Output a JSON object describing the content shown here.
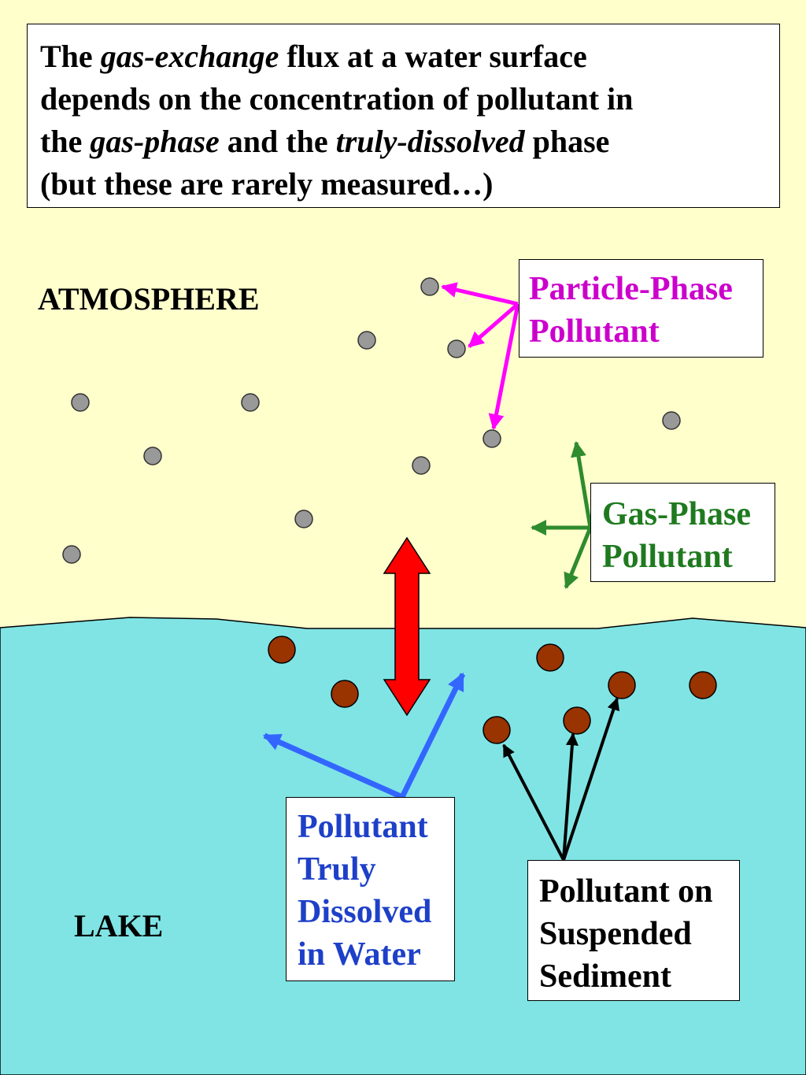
{
  "intro": {
    "line1_a": "The ",
    "line1_b": "gas-exchange",
    "line1_c": " flux at a water surface",
    "line2": "depends on the concentration of pollutant in",
    "line3_a": "the ",
    "line3_b": "gas-phase",
    "line3_c": " and the ",
    "line3_d": "truly-dissolved",
    "line3_e": " phase",
    "line4": "(but these are rarely measured…)"
  },
  "labels": {
    "atmosphere": "ATMOSPHERE",
    "lake": "LAKE",
    "particle_line1": "Particle-Phase",
    "particle_line2": "Pollutant",
    "gas_line1": "Gas-Phase",
    "gas_line2": "Pollutant",
    "dissolved_line1": "Pollutant",
    "dissolved_line2": "Truly",
    "dissolved_line3": "Dissolved",
    "dissolved_line4": "in Water",
    "sediment_line1": "Pollutant on",
    "sediment_line2": "Suspended",
    "sediment_line3": "Sediment"
  },
  "colors": {
    "atmosphere": "#ffffcc",
    "lake": "#80e4e4",
    "particle": "#ff00ff",
    "gas": "#2e8b2e",
    "dissolved": "#1e40e0",
    "dissolved_arrow": "#3366ff",
    "exchange_arrow": "#ff0000",
    "sediment_dot": "#993300",
    "air_dot": "#999999"
  }
}
